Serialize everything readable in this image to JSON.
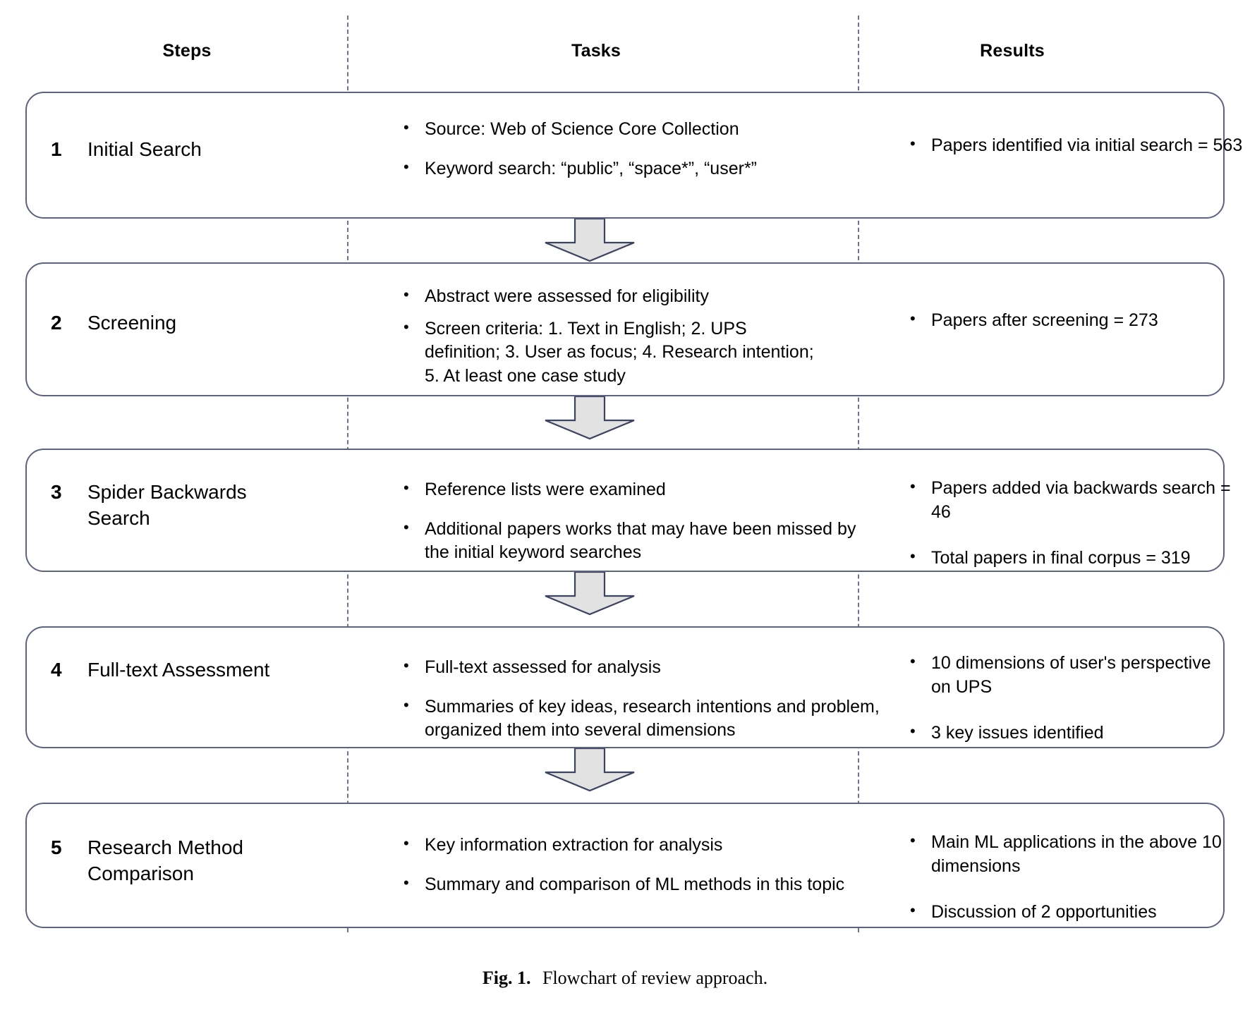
{
  "figure": {
    "caption_label": "Fig. 1.",
    "caption_text": "Flowchart of review approach.",
    "border_color": "#5c6380",
    "divider_color": "#6d7490",
    "arrow_fill": "#e2e2e2",
    "arrow_stroke": "#3d4461"
  },
  "columns": {
    "steps": "Steps",
    "tasks": "Tasks",
    "results": "Results"
  },
  "steps": [
    {
      "number": "1",
      "title": "Initial Search",
      "tasks": [
        "Source: Web of Science Core Collection",
        "Keyword search: “public”, “space*”, “user*”"
      ],
      "results": [
        "Papers identified via initial search = 563"
      ]
    },
    {
      "number": "2",
      "title": "Screening",
      "tasks": [
        "Abstract were assessed for eligibility",
        "Screen criteria: 1. Text in English; 2. UPS definition;  3. User as focus; 4. Research intention; 5. At least one case study"
      ],
      "results": [
        "Papers after screening = 273"
      ]
    },
    {
      "number": "3",
      "title": "Spider Backwards Search",
      "tasks": [
        "Reference lists were examined",
        "Additional papers works that may have been missed by the initial keyword searches"
      ],
      "results": [
        "Papers added via backwards search = 46",
        "Total papers in final corpus = 319"
      ]
    },
    {
      "number": "4",
      "title": "Full-text Assessment",
      "tasks": [
        "Full-text assessed for analysis",
        "Summaries of key ideas, research intentions and problem, organized them into several dimensions"
      ],
      "results": [
        "10 dimensions of user's perspective on UPS",
        "3 key issues identified"
      ]
    },
    {
      "number": "5",
      "title": "Research Method Comparison",
      "tasks": [
        "Key information extraction for analysis",
        "Summary and comparison of ML methods in this topic"
      ],
      "results": [
        "Main ML applications in the above 10 dimensions",
        "Discussion of 2 opportunities"
      ]
    }
  ],
  "arrows": [
    {
      "name": "arrow-step1-to-step2"
    },
    {
      "name": "arrow-step2-to-step3"
    },
    {
      "name": "arrow-step3-to-step4"
    },
    {
      "name": "arrow-step4-to-step5"
    }
  ]
}
